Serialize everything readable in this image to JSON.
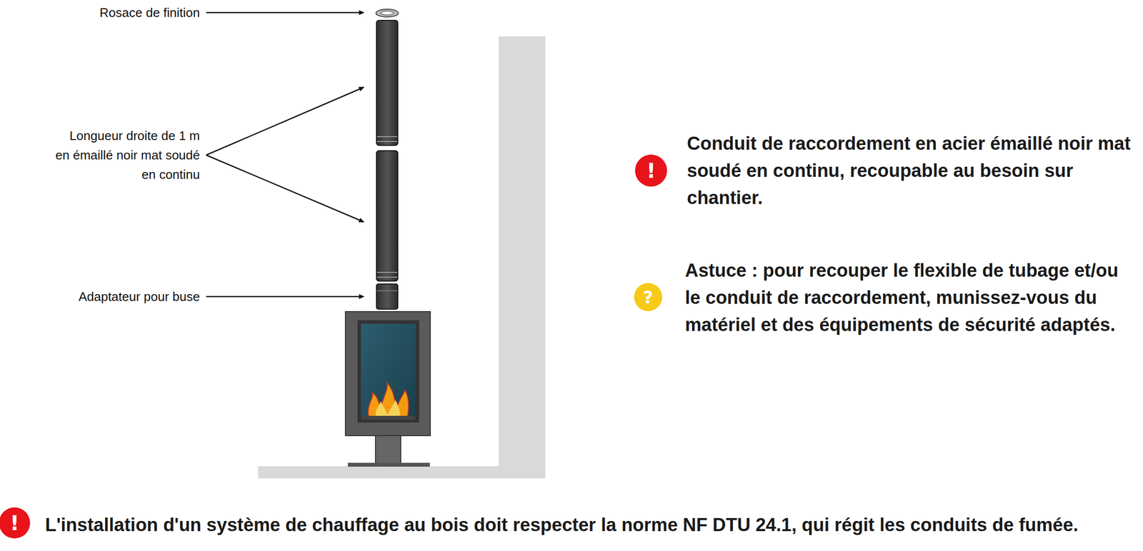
{
  "diagram": {
    "nodes": [
      {
        "text": [
          "!"
        ]
      },
      {
        "text": [
          "?"
        ]
      },
      {
        "text": [
          "!"
        ]
      }
    ],
    "labels": [
      "Rosace de finition",
      "Longueur droite de 1 m en émaillé noir mat soudé en continu",
      "Adaptateur pour buse",
      "Conduit de raccordement en acier émaillé noir mat soudé en continu, recoupable au besoin sur chantier.",
      "Astuce : pour recouper le flexible de tubage et/ou le conduit de raccordement, munissez-vous du matériel et des équipements de sécurité adaptés.",
      "L'installation d'un système de chauffage au bois doit respecter la norme NF DTU 24.1, qui régit les conduits de fumée."
    ]
  }
}
